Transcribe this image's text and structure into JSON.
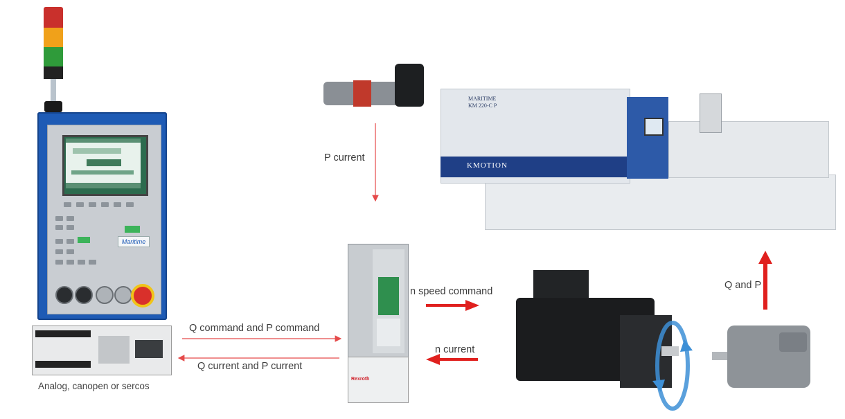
{
  "labels": {
    "p_current": "P current",
    "q_command_p_command": "Q command and P command",
    "q_current_p_current": "Q current and P current",
    "n_speed_command": "n speed command",
    "n_current": "n current",
    "q_and_p": "Q and P",
    "analog_bus": "Analog, canopen or sercos"
  },
  "machine": {
    "brand": "MARITIME",
    "model": "KM 220-C P",
    "series": "KMOTION"
  },
  "controller": {
    "logo": "Maritime"
  },
  "drive": {
    "logo": "Rexroth"
  },
  "colors": {
    "arrow_red": "#e0201e",
    "line_red": "#e54a4a",
    "cabinet_blue": "#1e5bb5"
  }
}
